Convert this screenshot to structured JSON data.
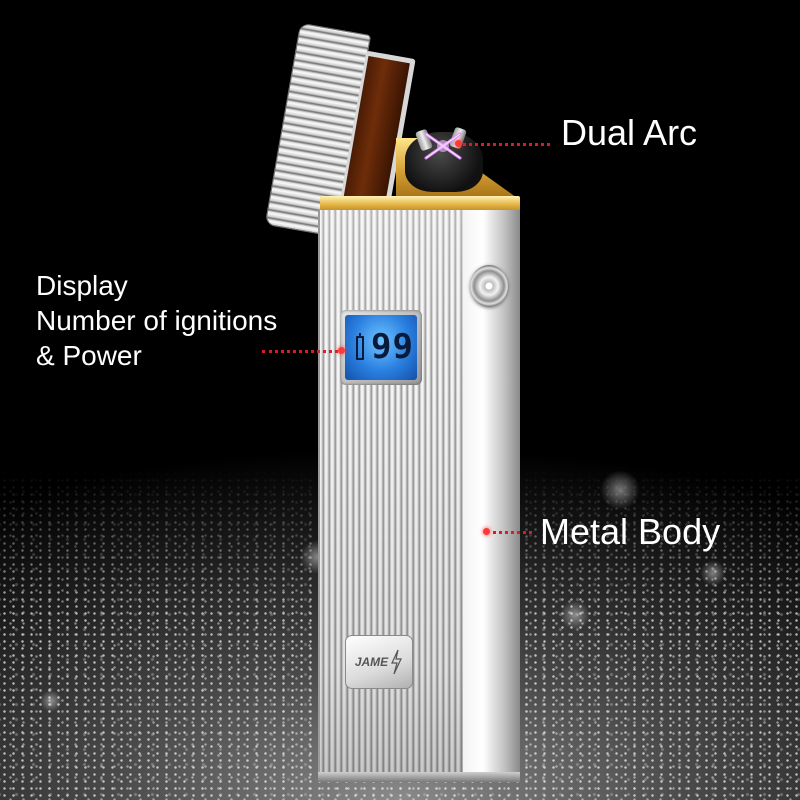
{
  "callouts": {
    "dual_arc": "Dual Arc",
    "display_line1": "Display",
    "display_line2": "Number of ignitions",
    "display_line3": "& Power",
    "metal_body": "Metal Body"
  },
  "lcd": {
    "digits": "99"
  },
  "brand": {
    "logo": "JAME"
  },
  "colors": {
    "callout_text": "#ffffff",
    "leader_line": "#e0192a",
    "lcd_backlight": "#2a7fe0",
    "arc": "#d86bff",
    "gold_trim": "#d9a33a"
  }
}
